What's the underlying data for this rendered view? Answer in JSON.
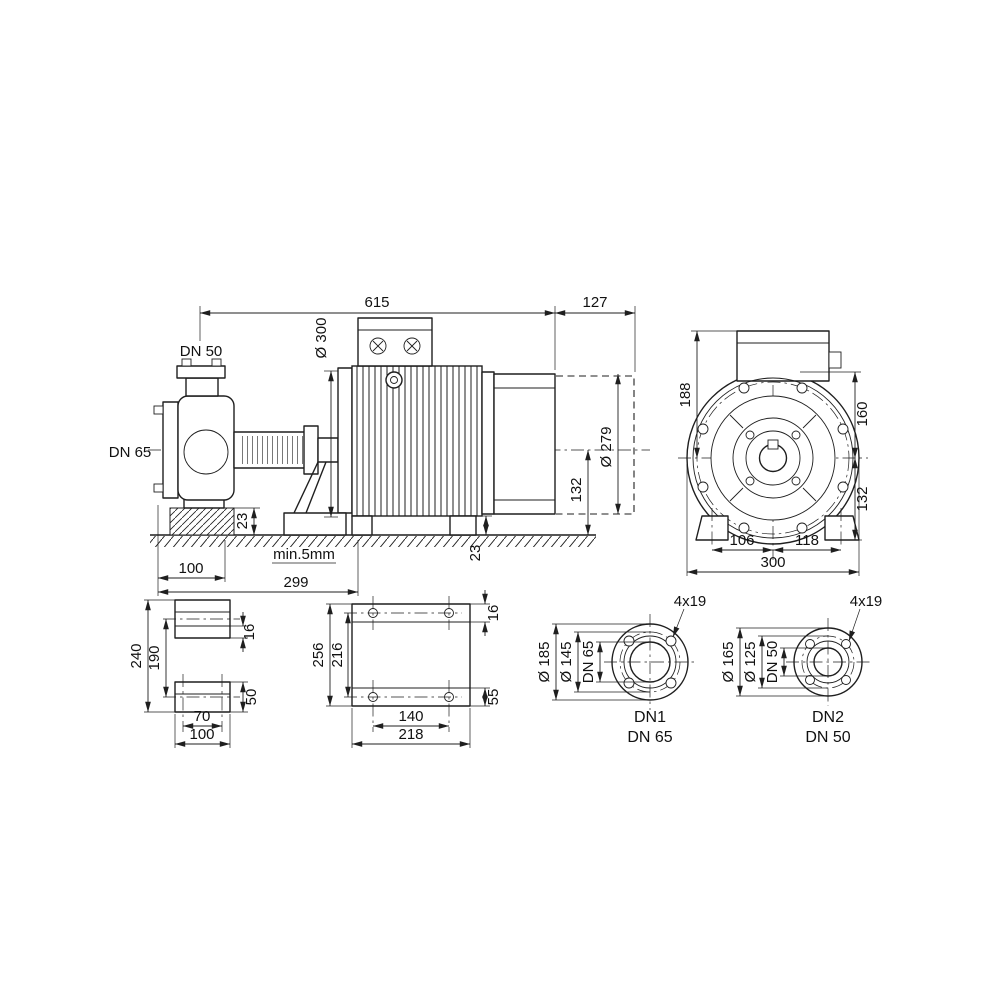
{
  "colors": {
    "ink": "#1f1f1f",
    "paper": "#ffffff"
  },
  "side_view": {
    "dim_length_total": "615",
    "dim_length_extension": "127",
    "dim_flange_dia": "Ø 300",
    "port_top_label": "DN 50",
    "port_suction_label": "DN 65",
    "dim_motor_dia": "Ø 279",
    "dim_shaft_height": "132",
    "dim_grout_height": "23",
    "dim_foot_pad_height": "23",
    "grout_note": "min.5mm",
    "dim_pump_foot_x": "100",
    "dim_motor_foot_x": "299"
  },
  "end_view": {
    "dim_box_to_center": "188",
    "dim_center_to_top": "160",
    "dim_center_to_foot": "132",
    "dim_foot_left_x": "106",
    "dim_foot_right_x": "118",
    "dim_overall_width": "300"
  },
  "pump_foot_detail": {
    "dim_outer_length": "240",
    "dim_hole_pitch_long": "190",
    "dim_plate_thickness": "16",
    "dim_pad_height": "50",
    "dim_hole_pitch": "70",
    "dim_width": "100"
  },
  "motor_foot_detail": {
    "dim_outer_length": "256",
    "dim_hole_pitch_long": "216",
    "dim_plate_thickness": "16",
    "dim_pad_height": "55",
    "dim_hole_pitch": "140",
    "dim_width": "218"
  },
  "flange_dn1": {
    "bolt_note": "4x19",
    "dia_outer": "Ø 185",
    "dia_bolt_circle": "Ø 145",
    "dia_nominal": "DN 65",
    "caption_line1": "DN1",
    "caption_line2": "DN 65"
  },
  "flange_dn2": {
    "bolt_note": "4x19",
    "dia_outer": "Ø 165",
    "dia_bolt_circle": "Ø 125",
    "dia_nominal": "DN 50",
    "caption_line1": "DN2",
    "caption_line2": "DN 50"
  }
}
